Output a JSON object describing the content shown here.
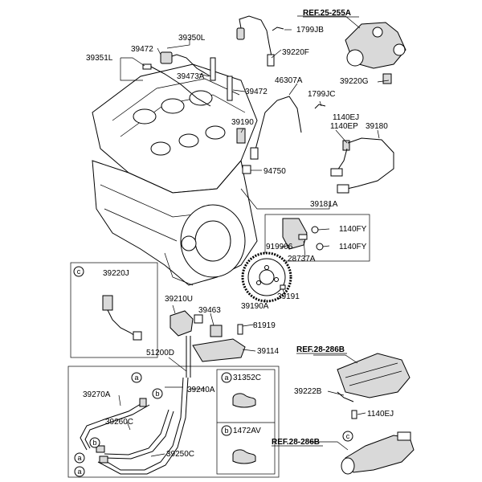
{
  "labels": {
    "ref_25_255a": "REF.25-255A",
    "p1799jb": "1799JB",
    "p39350l": "39350L",
    "p39472_top": "39472",
    "p39351l": "39351L",
    "p39220f": "39220F",
    "p39473a": "39473A",
    "p39220g": "39220G",
    "p46307a": "46307A",
    "p39472_mid": "39472",
    "p1799jc": "1799JC",
    "p1140ej_top": "1140EJ",
    "p1140ep": "1140EP",
    "p39190": "39190",
    "p39180": "39180",
    "p94750": "94750",
    "p39181a": "39181A",
    "p1140fy_1": "1140FY",
    "p919906": "919906",
    "p1140fy_2": "1140FY",
    "p28737a": "28737A",
    "p39220j": "39220J",
    "p39191": "39191",
    "p39190a": "39190A",
    "p39210u": "39210U",
    "p39463": "39463",
    "p81919": "81919",
    "p39114": "39114",
    "ref_28_286b_1": "REF.28-286B",
    "p51200d": "51200D",
    "p39270a": "39270A",
    "p39240a": "39240A",
    "p31352c": "31352C",
    "p39260c": "39260C",
    "p1472av": "1472AV",
    "p39250c": "39250C",
    "p39222b": "39222B",
    "p1140ej_bot": "1140EJ",
    "ref_28_286b_2": "REF.28-286B"
  },
  "callouts": {
    "a": "a",
    "b": "b",
    "c": "c"
  }
}
